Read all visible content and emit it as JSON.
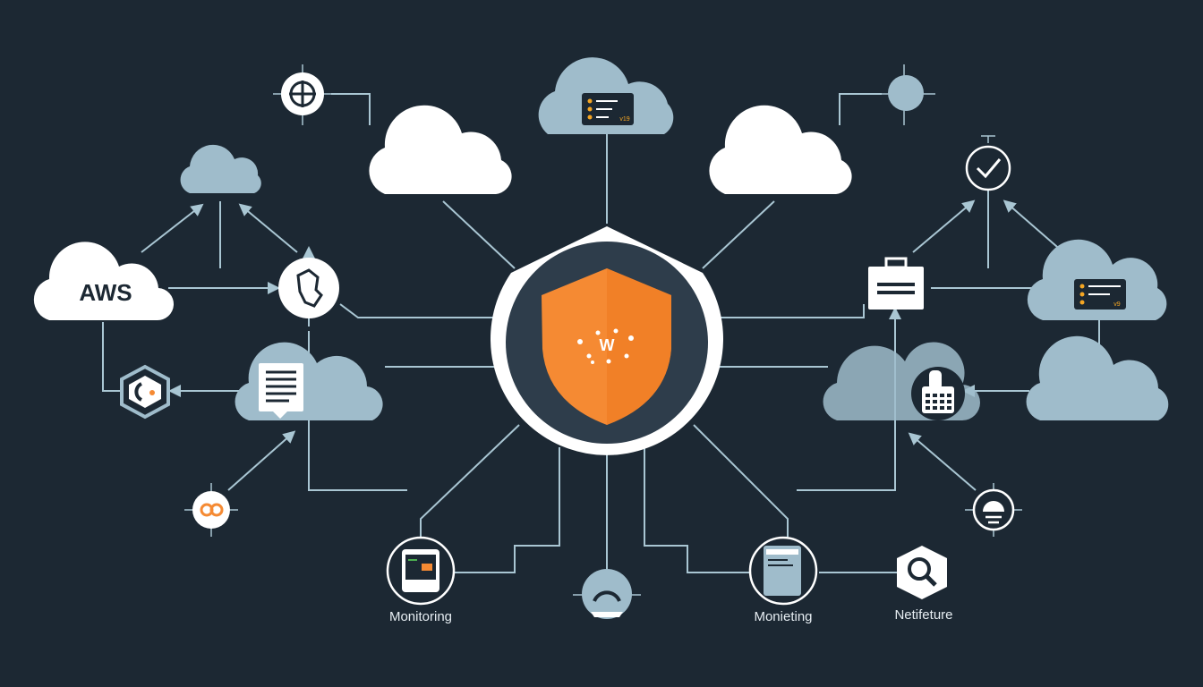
{
  "diagram": {
    "center": {
      "name": "security-shield",
      "badge_text": "W"
    },
    "nodes": [
      {
        "id": "aws",
        "kind": "cloud",
        "label": "AWS"
      },
      {
        "id": "monitoring-left",
        "kind": "tablet",
        "label": "Monitoring"
      },
      {
        "id": "monitoring-right",
        "kind": "tablet",
        "label": "Monieting"
      },
      {
        "id": "netifeture",
        "kind": "search",
        "label": "Netifeture"
      },
      {
        "id": "terminal-cloud-top",
        "kind": "cloud-terminal",
        "label": "v19"
      },
      {
        "id": "terminal-cloud-right",
        "kind": "cloud-terminal",
        "label": "v9"
      }
    ],
    "icons": [
      "crosshair-icon",
      "moon-icon",
      "checkmark-icon",
      "hand-gesture-icon",
      "briefcase-icon",
      "document-icon",
      "hexagon-pill-icon",
      "calendar-icon",
      "link-icon",
      "lamp-icon",
      "gauge-icon",
      "magnifier-icon"
    ],
    "colors": {
      "background": "#1c2833",
      "line": "#a9c6d3",
      "cloud_light": "#ffffff",
      "cloud_blue": "#9fbccb",
      "shield_orange": "#f58a33",
      "ring_white": "#ffffff"
    }
  }
}
